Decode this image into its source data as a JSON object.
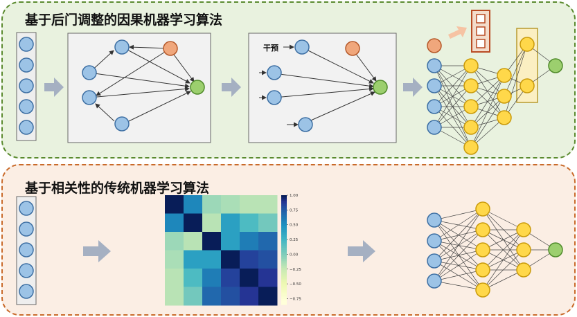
{
  "top_panel": {
    "title": "基于后门调整的因果机器学习算法",
    "intervention_label": "干预"
  },
  "bottom_panel": {
    "title": "基于相关性的传统机器学习算法",
    "heatmap": {
      "matrix": [
        [
          1.0,
          0.55,
          -0.1,
          -0.15,
          -0.2,
          -0.2
        ],
        [
          0.55,
          1.0,
          -0.2,
          0.4,
          0.2,
          0.05
        ],
        [
          -0.1,
          -0.2,
          1.0,
          0.4,
          0.6,
          0.7
        ],
        [
          -0.15,
          0.4,
          0.4,
          1.0,
          0.85,
          0.8
        ],
        [
          -0.2,
          0.2,
          0.6,
          0.85,
          1.0,
          0.9
        ],
        [
          -0.2,
          0.05,
          0.7,
          0.8,
          0.9,
          1.0
        ]
      ],
      "colorbar_ticks": [
        "1.00",
        "0.75",
        "0.50",
        "0.25",
        "0.00",
        "−0.25",
        "−0.50",
        "−0.75"
      ]
    }
  },
  "colors": {
    "blue_node": "#9cc3e6",
    "orange_node": "#f0a77c",
    "green_node": "#9ccf6e",
    "yellow_node": "#ffd84a",
    "arrow_gray": "#a5b0c2",
    "box_gray": "#f2f2f2"
  }
}
